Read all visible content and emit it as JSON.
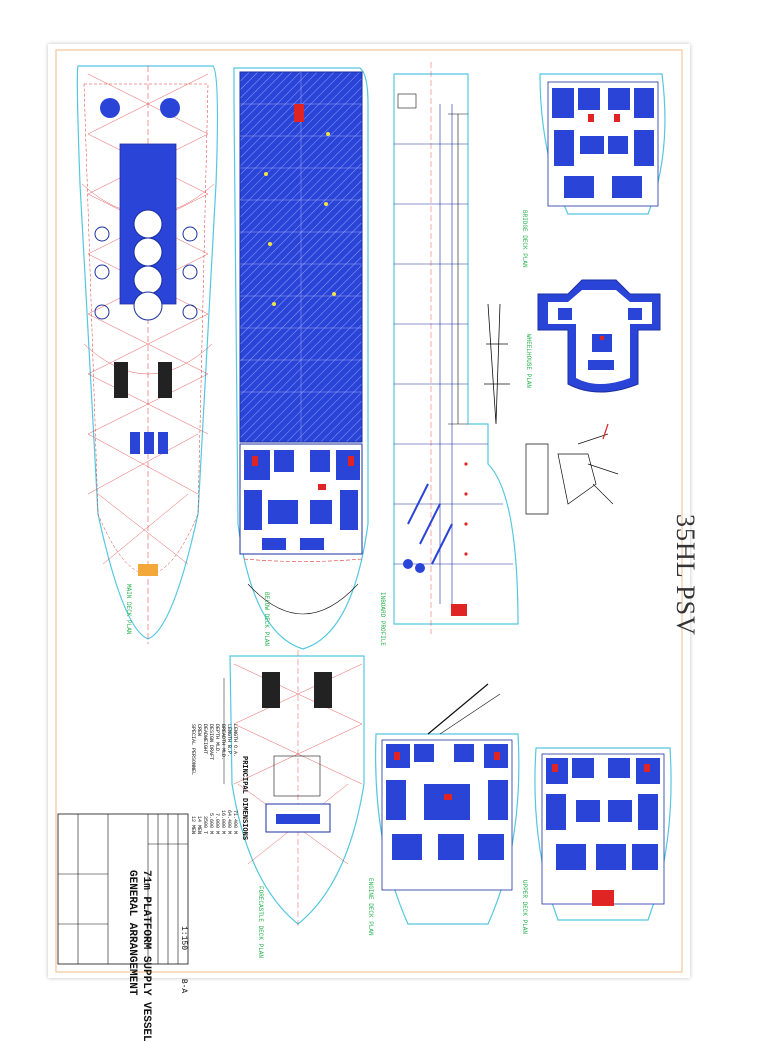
{
  "drawing": {
    "title": "35HL PSV",
    "project_title": "71m PLATFORM SUPPLY VESSEL",
    "sheet_title": "GENERAL ARRANGEMENT",
    "scale": "1:150",
    "sheet_no": "B-A"
  },
  "principal_dimensions": {
    "heading": "PRINCIPAL DIMENSIONS",
    "rows": [
      {
        "label": "LENGTH O.A.",
        "value": "71.400 M"
      },
      {
        "label": "LENGTH B.P.",
        "value": "64.400 M"
      },
      {
        "label": "BREADTH MLD.",
        "value": "16.000 M"
      },
      {
        "label": "DEPTH MLD.",
        "value": "7.000 M"
      },
      {
        "label": "DESIGN DRAFT",
        "value": "5.600 M"
      },
      {
        "label": "DEADWEIGHT",
        "value": "3500 T"
      },
      {
        "label": "CREW",
        "value": "14 MEN"
      },
      {
        "label": "SPECIAL PERSONNEL",
        "value": "12 MEN"
      }
    ]
  },
  "views": [
    {
      "label": "MAIN DECK PLAN"
    },
    {
      "label": "BELOW DECK PLAN"
    },
    {
      "label": "INBOARD PROFILE"
    },
    {
      "label": "BRIDGE DECK PLAN"
    },
    {
      "label": "WHEELHOUSE PLAN"
    },
    {
      "label": "FORECASTLE DECK PLAN"
    },
    {
      "label": "ENGINE DECK PLAN"
    },
    {
      "label": "UPPER DECK PLAN"
    }
  ],
  "colors": {
    "border": "#f2c69a",
    "deck_fill": "#2a44d8",
    "outline": "#55c7e0",
    "construction": "#d33",
    "label_green": "#22b04a",
    "yellow_marker": "#f2e447"
  }
}
